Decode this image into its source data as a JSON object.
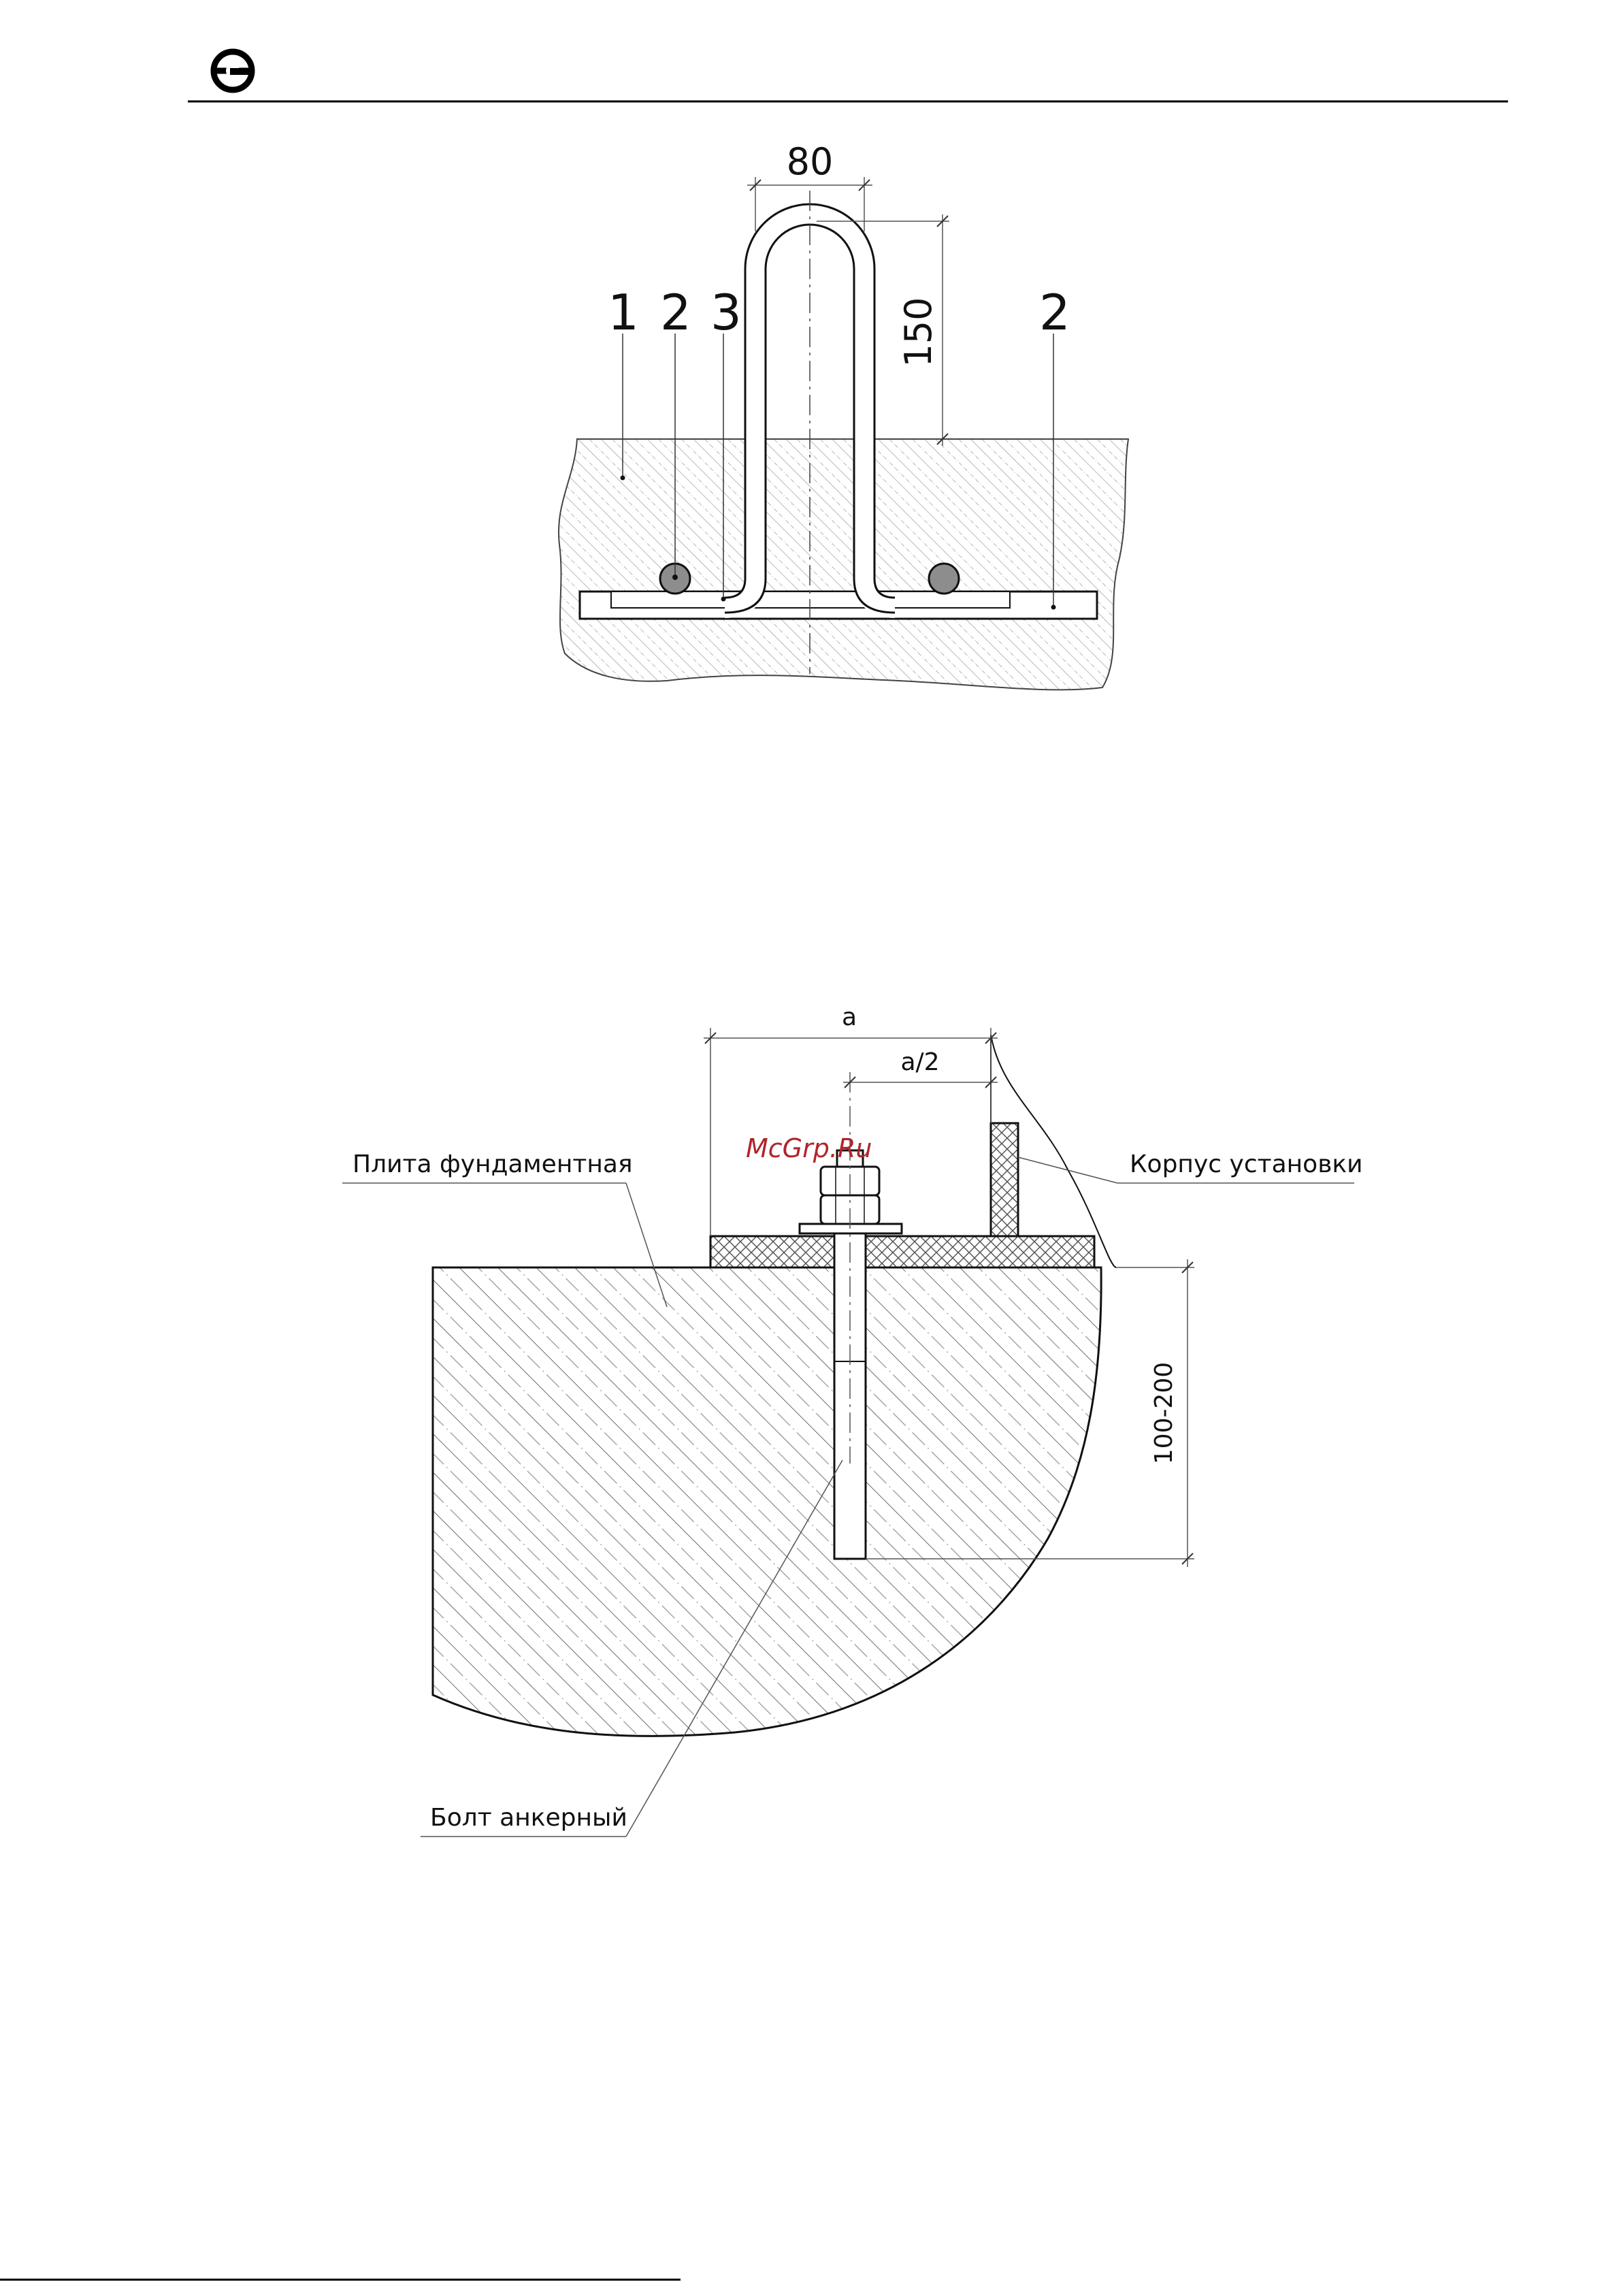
{
  "header": {
    "logo_icon": "company-logo-e-icon",
    "rule_color": "#000000"
  },
  "figure1": {
    "labels": {
      "n1": "1",
      "n2a": "2",
      "n3": "3",
      "n2b": "2"
    },
    "dims": {
      "width": "80",
      "height": "150"
    },
    "colors": {
      "hatch": "#9a9a9a",
      "rebar_fill": "#8d8d8d"
    }
  },
  "figure2": {
    "labels": {
      "foundation_plate": "Плита фундаментная",
      "unit_body": "Корпус установки",
      "anchor_bolt": "Болт анкерный"
    },
    "dims": {
      "a": "a",
      "a_half": "a/2",
      "depth": "100-200"
    },
    "watermark": "McGrp.Ru",
    "colors": {
      "watermark": "#b0252b",
      "hatch": "#7a7a7a"
    }
  }
}
